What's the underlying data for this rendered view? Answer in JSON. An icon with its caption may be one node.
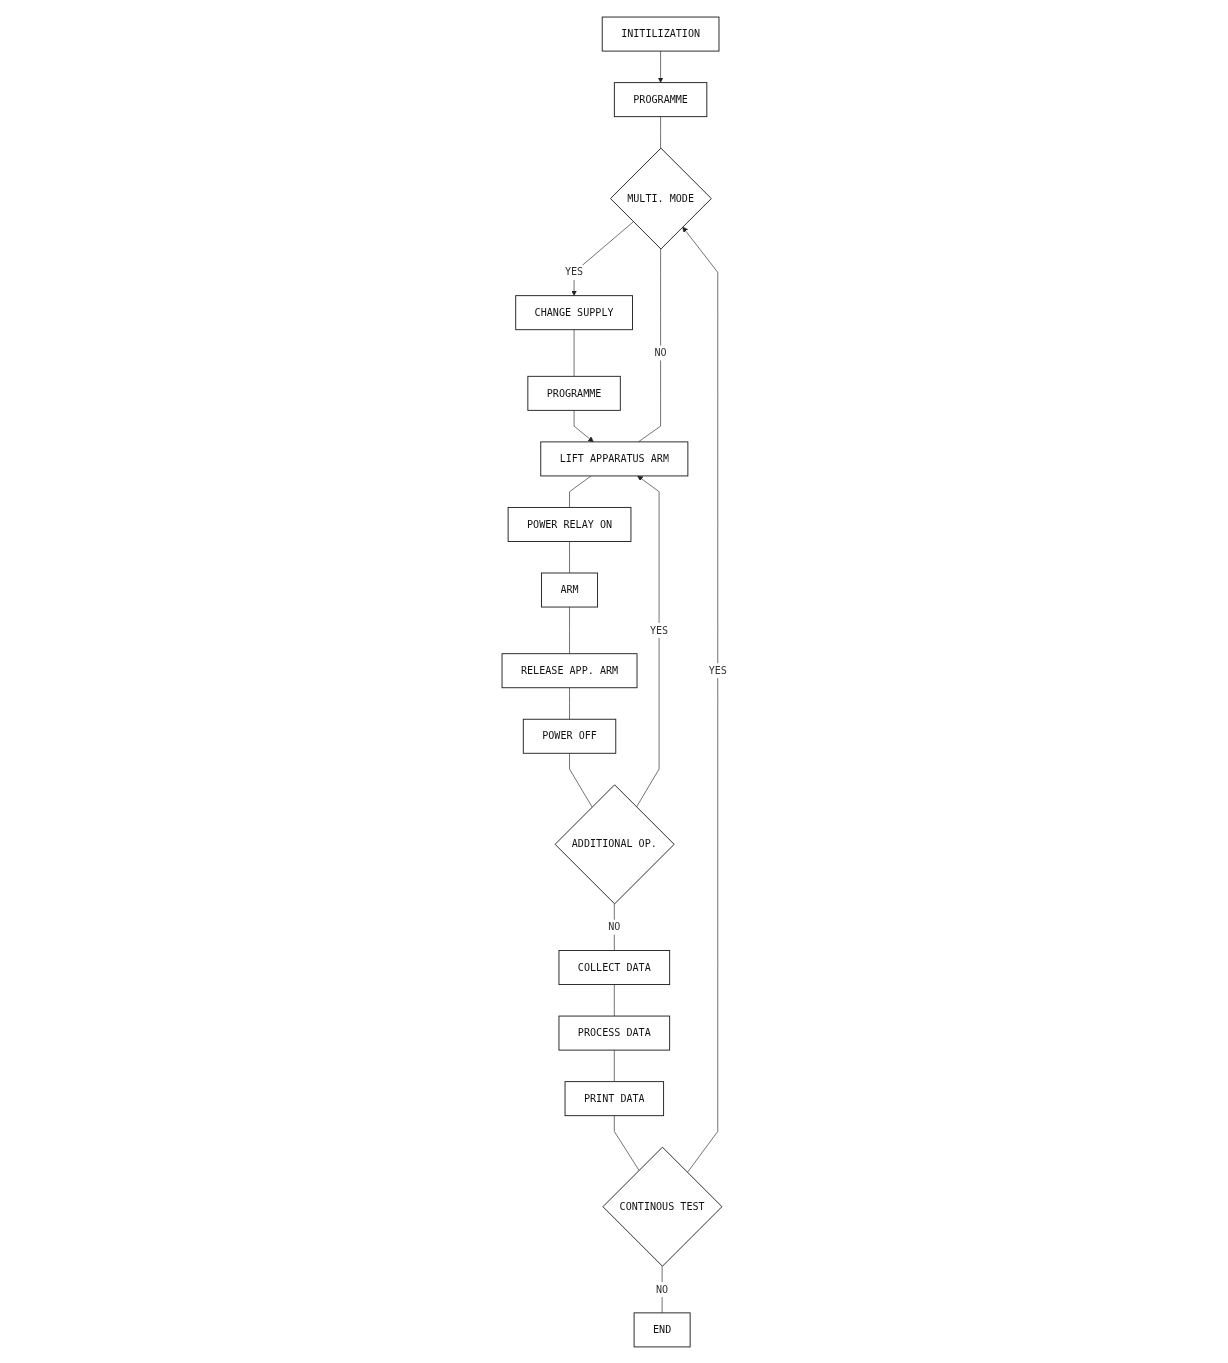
{
  "diagram": {
    "nodes": [
      {
        "text": [
          "INITILIZATION"
        ]
      },
      {
        "text": [
          "PROGRAMME"
        ]
      },
      {
        "text": [
          "MULTI. MODE"
        ]
      },
      {
        "text": [
          "CHANGE SUPPLY"
        ]
      },
      {
        "text": [
          "PROGRAMME"
        ]
      },
      {
        "text": [
          "LIFT APPARATUS ARM"
        ]
      },
      {
        "text": [
          "POWER RELAY ON"
        ]
      },
      {
        "text": [
          "ARM"
        ]
      },
      {
        "text": [
          "RELEASE APP. ARM"
        ]
      },
      {
        "text": [
          "POWER OFF"
        ]
      },
      {
        "text": [
          "ADDITIONAL OP."
        ]
      },
      {
        "text": [
          "COLLECT DATA"
        ]
      },
      {
        "text": [
          "PROCESS DATA"
        ]
      },
      {
        "text": [
          "PRINT DATA"
        ]
      },
      {
        "text": [
          "CONTINOUS TEST"
        ]
      },
      {
        "text": [
          "END"
        ]
      }
    ],
    "edges": [
      {
        "from": 0,
        "to": 1,
        "arrow": "to"
      },
      {
        "from": 1,
        "to": 2,
        "arrow": "none"
      },
      {
        "from": 2,
        "to": 3,
        "label": "YES",
        "arrow": "to"
      },
      {
        "from": 3,
        "to": 4,
        "arrow": "none"
      },
      {
        "from": 4,
        "to": 5,
        "arrow": "to"
      },
      {
        "from": 2,
        "to": 5,
        "label": "NO",
        "arrow": "none"
      },
      {
        "from": 5,
        "to": 6,
        "arrow": "none"
      },
      {
        "from": 6,
        "to": 7,
        "arrow": "none"
      },
      {
        "from": 7,
        "to": 8,
        "arrow": "none"
      },
      {
        "from": 8,
        "to": 9,
        "arrow": "none"
      },
      {
        "from": 9,
        "to": 10,
        "arrow": "none"
      },
      {
        "from": 10,
        "to": 5,
        "label": "YES",
        "arrow": "to"
      },
      {
        "from": 10,
        "to": 11,
        "label": "NO",
        "arrow": "none"
      },
      {
        "from": 11,
        "to": 12,
        "arrow": "none"
      },
      {
        "from": 12,
        "to": 13,
        "arrow": "none"
      },
      {
        "from": 13,
        "to": 14,
        "arrow": "none"
      },
      {
        "from": 14,
        "to": 2,
        "label": "YES",
        "arrow": "to"
      },
      {
        "from": 14,
        "to": 15,
        "label": "NO",
        "arrow": "none"
      }
    ]
  }
}
